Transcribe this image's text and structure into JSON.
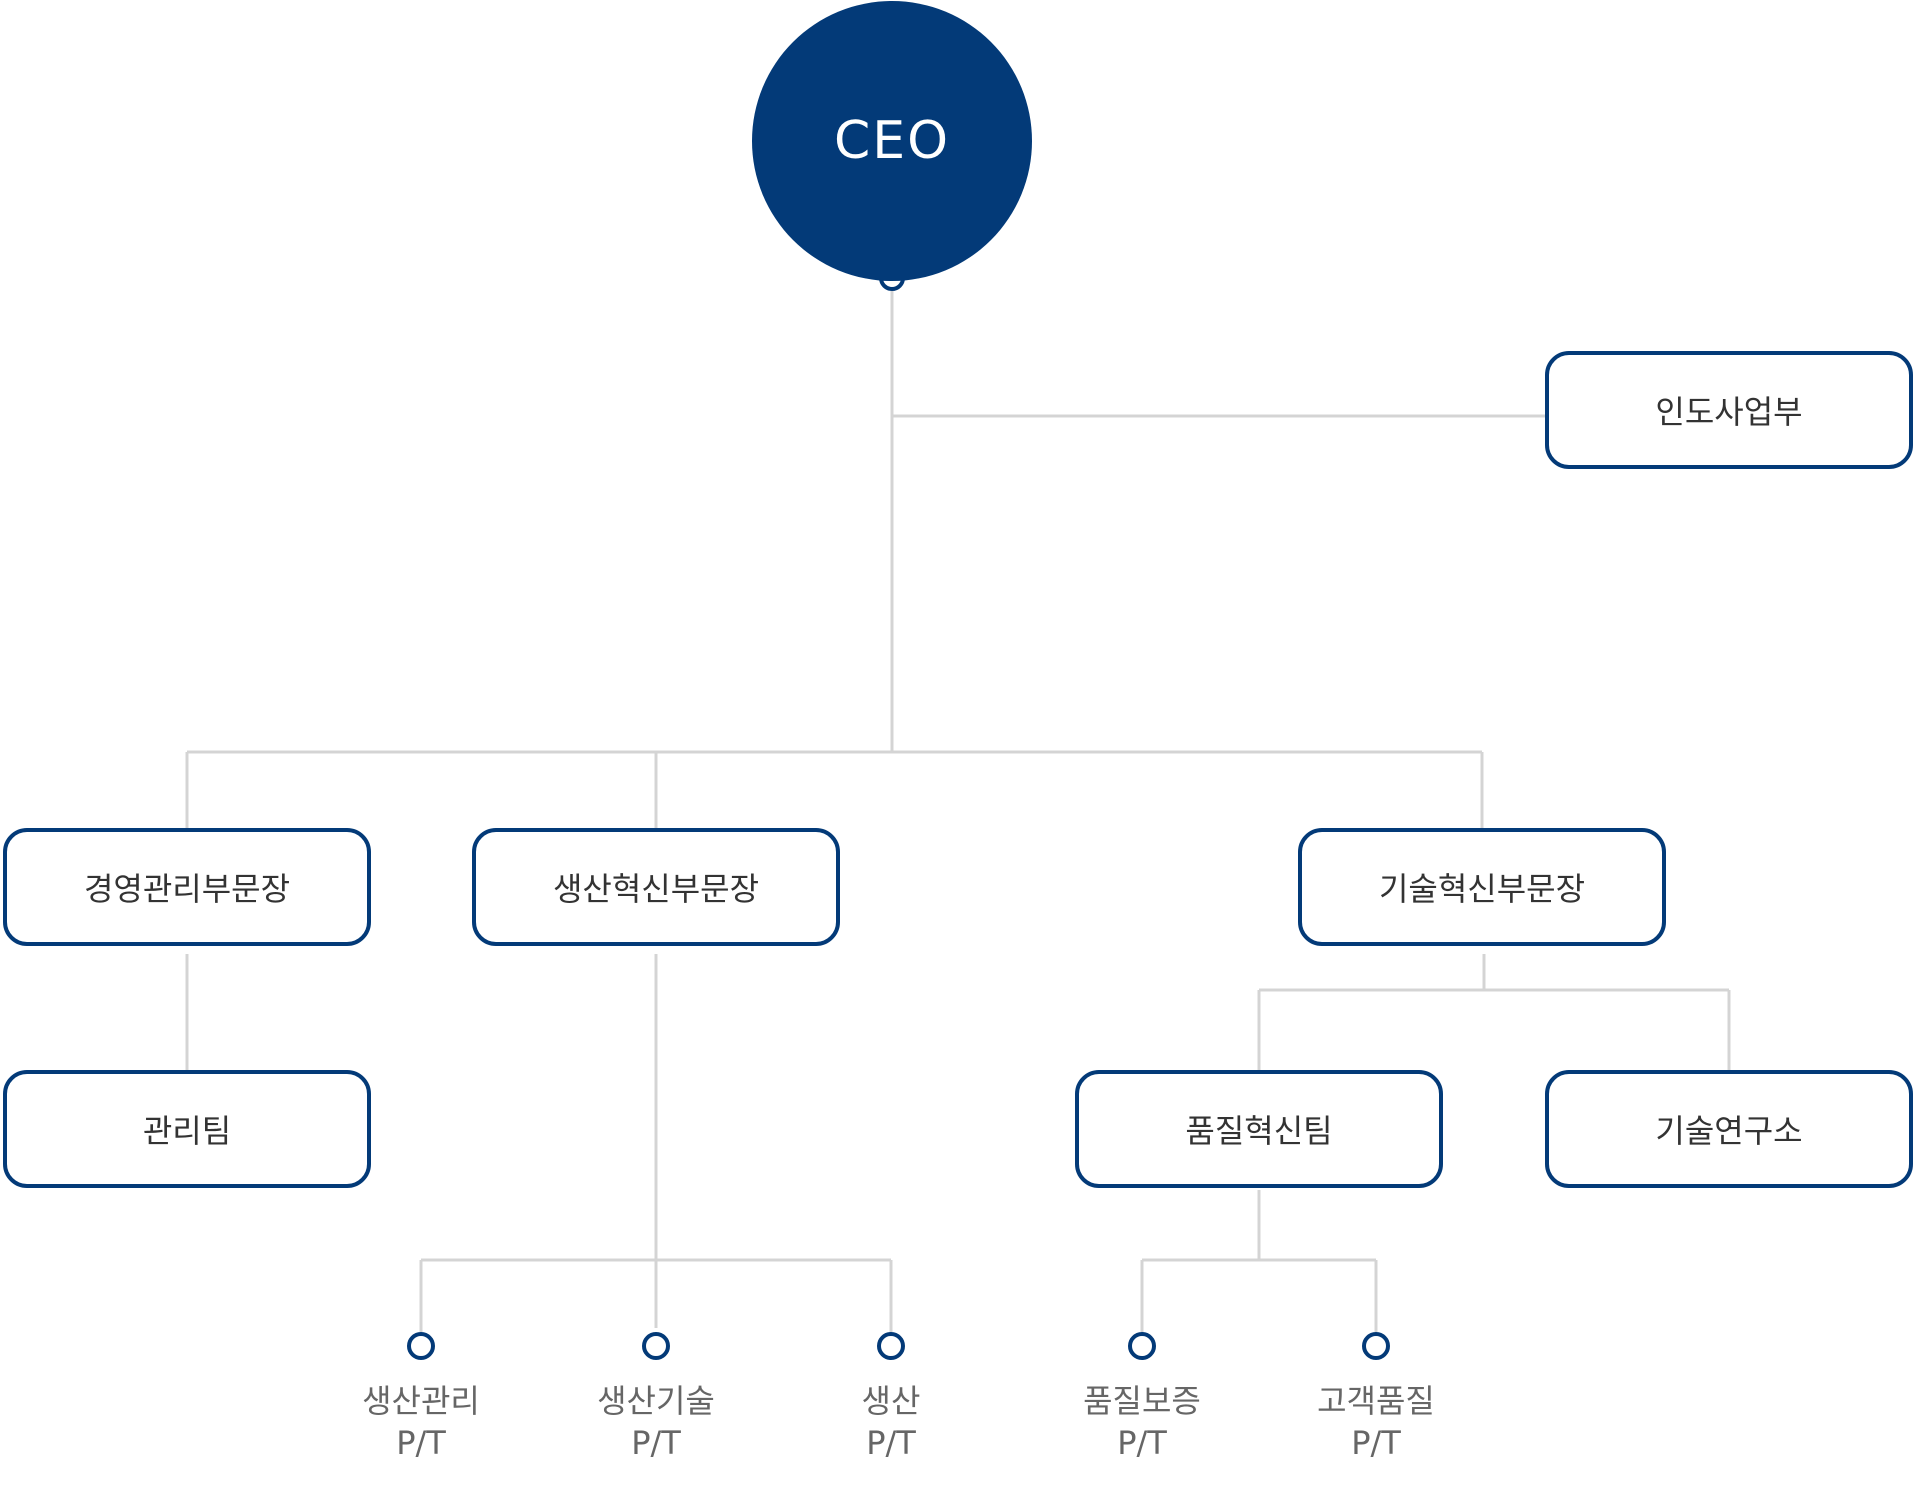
{
  "ceo": {
    "label": "CEO"
  },
  "nodes": {
    "india": "인도사업부",
    "mgmt": "경영관리부문장",
    "prod": "생산혁신부문장",
    "tech": "기술혁신부문장",
    "admin_team": "관리팀",
    "quality_team": "품질혁신팀",
    "rnd": "기술연구소"
  },
  "leaves": [
    {
      "line1": "생산관리",
      "line2": "P/T"
    },
    {
      "line1": "생산기술",
      "line2": "P/T"
    },
    {
      "line1": "생산",
      "line2": "P/T"
    },
    {
      "line1": "품질보증",
      "line2": "P/T"
    },
    {
      "line1": "고객품질",
      "line2": "P/T"
    }
  ],
  "colors": {
    "accent": "#033a78",
    "line": "#d4d4d4",
    "text": "#333333",
    "leaf_text": "#666666"
  }
}
